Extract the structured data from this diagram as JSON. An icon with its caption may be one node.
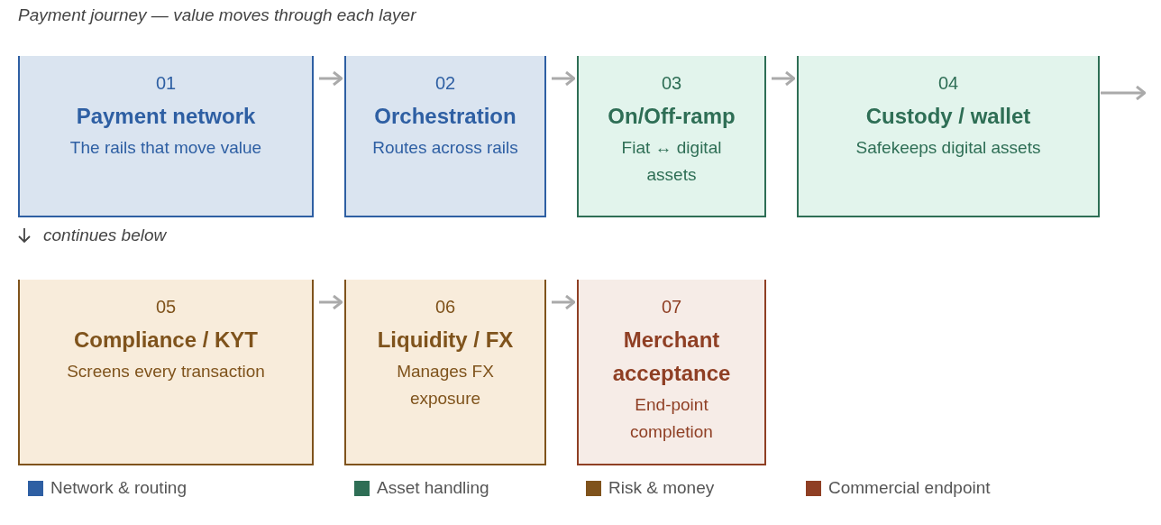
{
  "diagram": {
    "title": "Payment journey — value moves through each layer",
    "nodes": [
      {
        "text": [
          "01",
          "Payment network",
          "The rails that move value"
        ]
      },
      {
        "text": [
          "02",
          "Orchestration",
          "Routes across rails"
        ]
      },
      {
        "text": [
          "03",
          "On/Off-ramp",
          "Fiat ↔ digital assets"
        ]
      },
      {
        "text": [
          "04",
          "Custody / wallet",
          "Safekeeps digital assets"
        ]
      },
      {
        "text": [
          "05",
          "Compliance / KYT",
          "Screens every transaction"
        ]
      },
      {
        "text": [
          "06",
          "Liquidity / FX",
          "Manages FX exposure"
        ]
      },
      {
        "text": [
          "07",
          "Merchant acceptance",
          "End-point completion"
        ]
      }
    ],
    "edges": [
      {
        "from": 0,
        "to": 1,
        "arrow": "to"
      },
      {
        "from": 1,
        "to": 2,
        "arrow": "to"
      },
      {
        "from": 2,
        "to": 3,
        "arrow": "to"
      },
      {
        "from": 3,
        "to": null,
        "arrow": "to"
      },
      {
        "from": 4,
        "to": 5,
        "arrow": "to"
      },
      {
        "from": 5,
        "to": 6,
        "arrow": "to"
      }
    ],
    "labels": [
      "continues below"
    ],
    "legend": [
      {
        "text": "Network & routing",
        "color": "#2e5fa3"
      },
      {
        "text": "Asset handling",
        "color": "#2e6e55"
      },
      {
        "text": "Risk & money",
        "color": "#7f531c"
      },
      {
        "text": "Commercial endpoint",
        "color": "#8f3f24"
      }
    ]
  }
}
